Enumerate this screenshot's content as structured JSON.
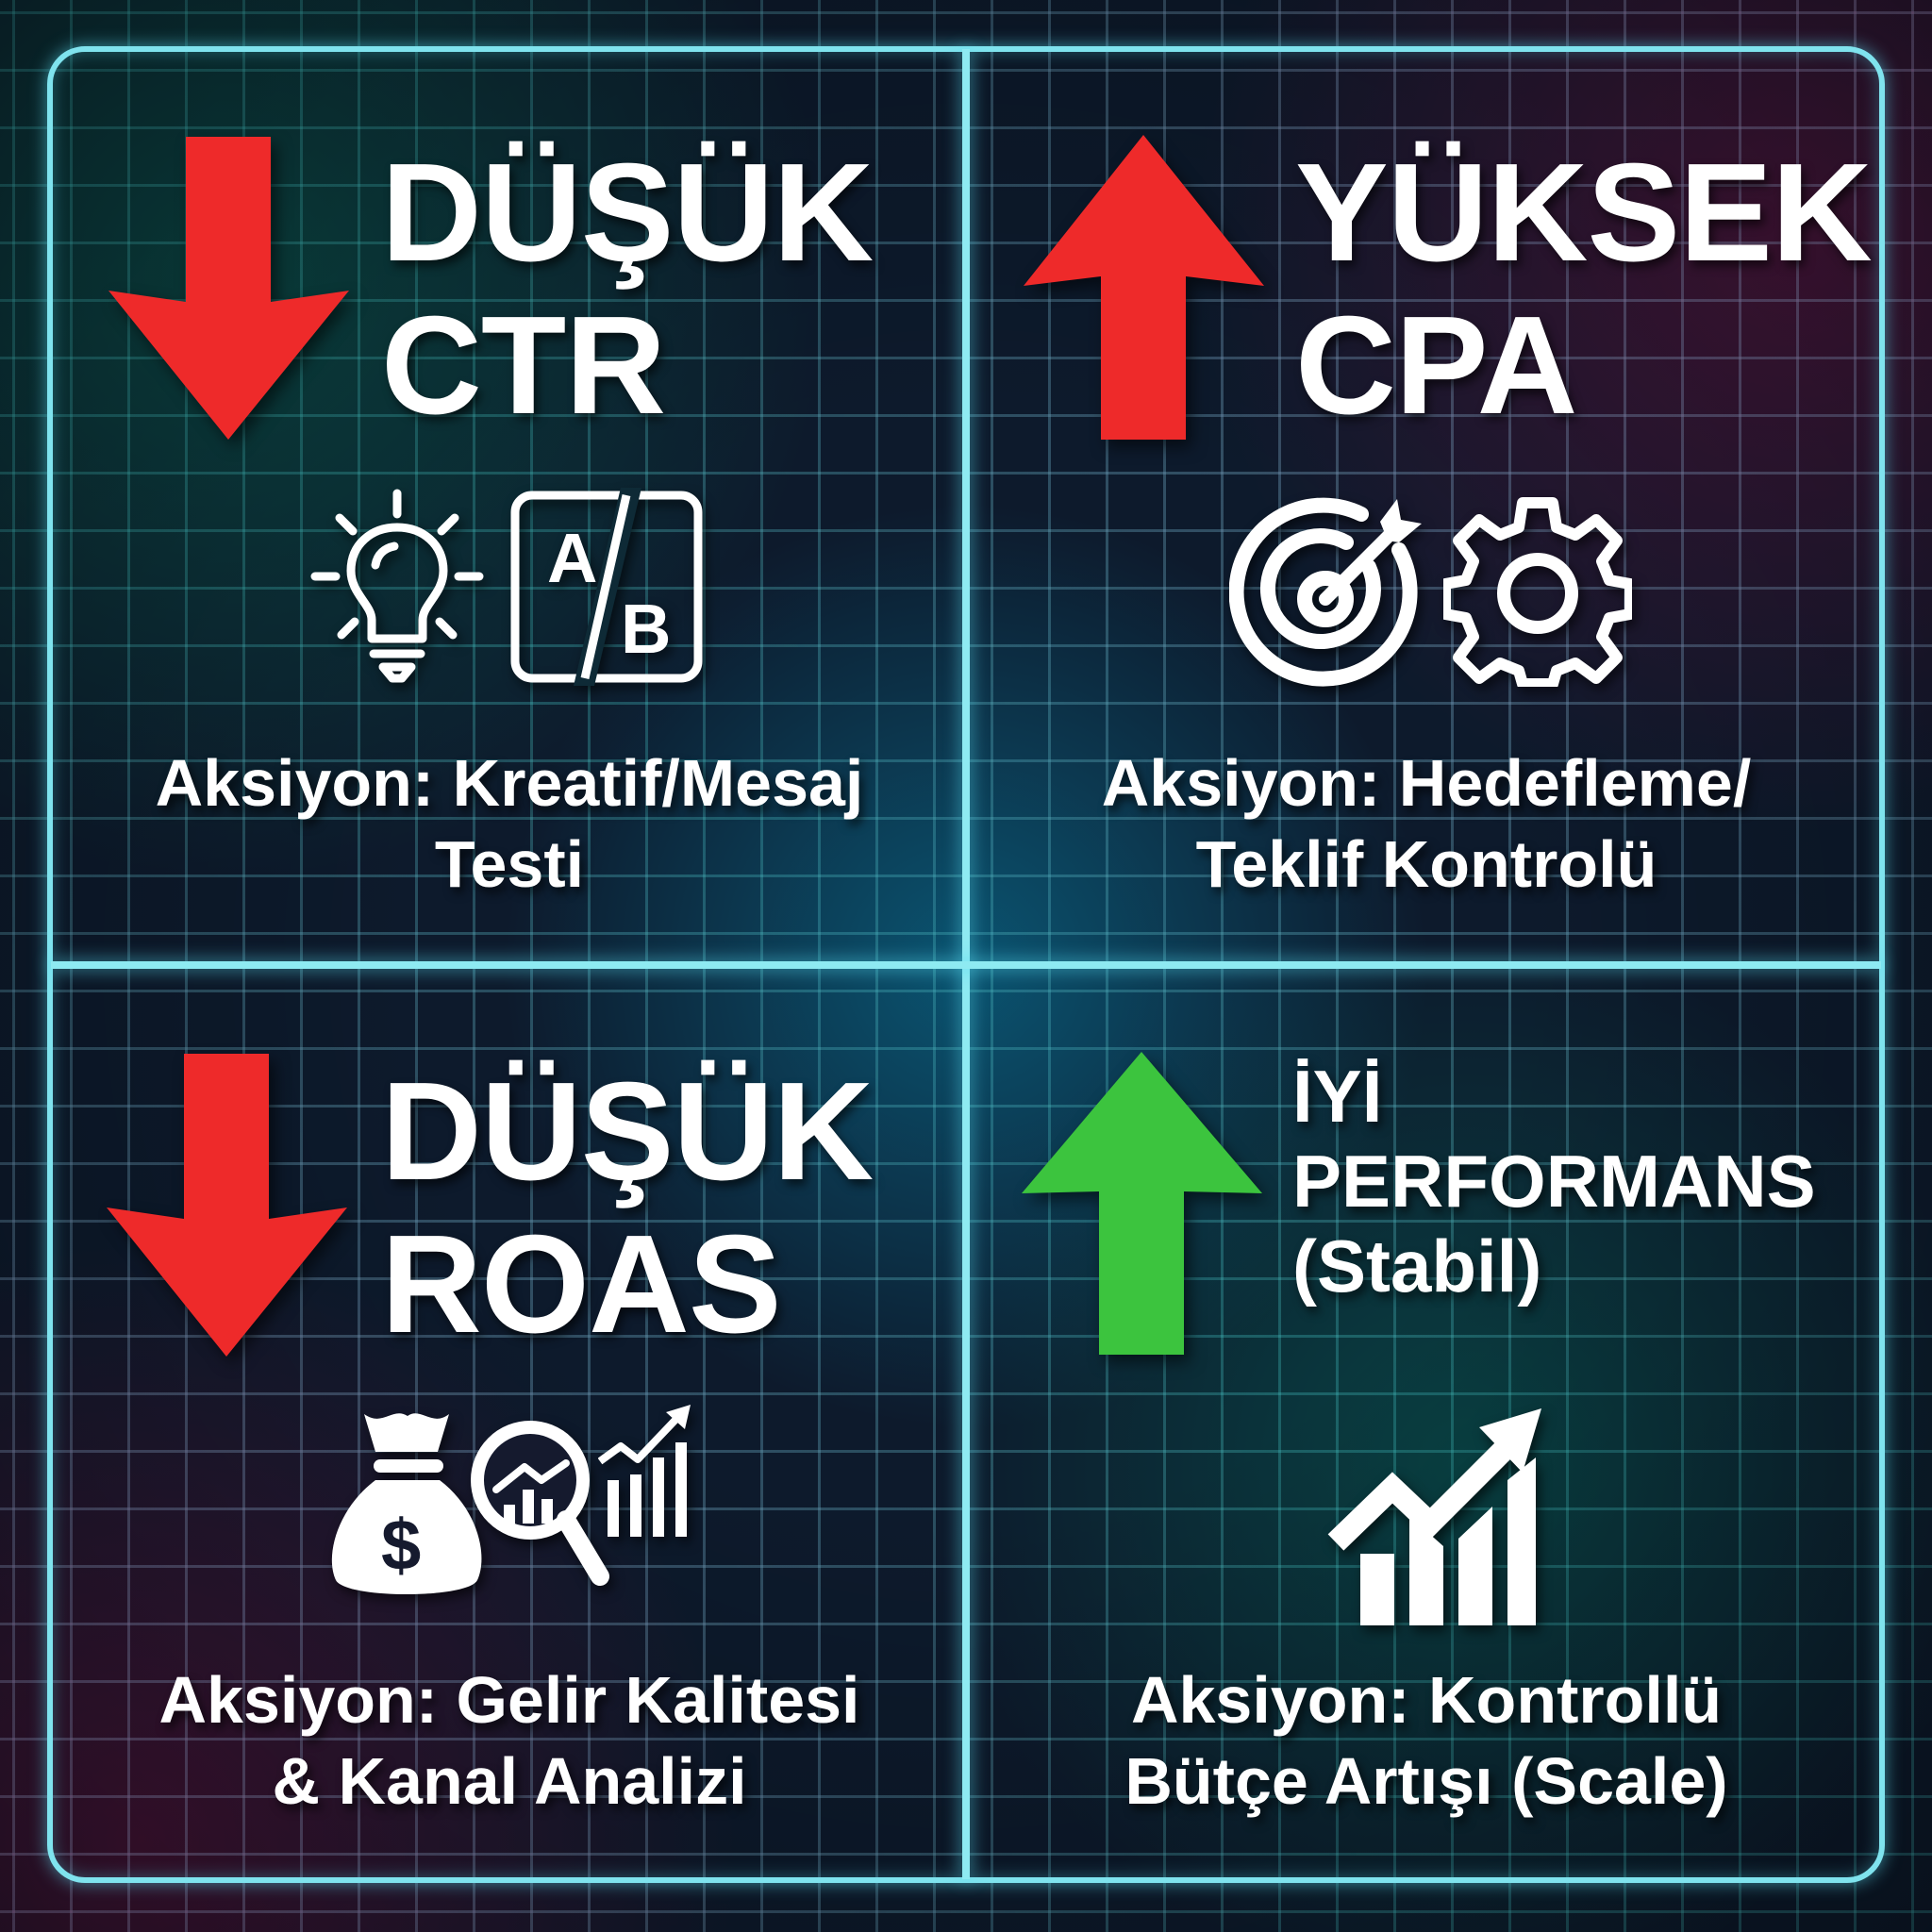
{
  "colors": {
    "frame": "#7fe3ee",
    "arrow_red": "#ee2a2a",
    "arrow_green": "#3cc43e",
    "text": "#ffffff",
    "background": "#0d1a2c"
  },
  "quadrants": [
    {
      "position": "top-left",
      "arrow": {
        "direction": "down",
        "color": "red",
        "icon": "arrow-down-icon"
      },
      "heading": [
        "DÜŞÜK",
        "CTR"
      ],
      "icons": [
        "lightbulb-icon",
        "ab-test-icon"
      ],
      "ab_labels": [
        "A",
        "B"
      ],
      "action": [
        "Aksiyon: Kreatif/Mesaj",
        "Testi"
      ]
    },
    {
      "position": "top-right",
      "arrow": {
        "direction": "up",
        "color": "red",
        "icon": "arrow-up-icon"
      },
      "heading": [
        "YÜKSEK",
        "CPA"
      ],
      "icons": [
        "target-icon",
        "gear-icon"
      ],
      "action": [
        "Aksiyon: Hedefleme/",
        "Teklif Kontrolü"
      ]
    },
    {
      "position": "bottom-left",
      "arrow": {
        "direction": "down",
        "color": "red",
        "icon": "arrow-down-icon"
      },
      "heading": [
        "DÜŞÜK",
        "ROAS"
      ],
      "icons": [
        "money-bag-icon",
        "magnifier-chart-icon",
        "growth-chart-icon"
      ],
      "money_symbol": "$",
      "action": [
        "Aksiyon: Gelir Kalitesi",
        "& Kanal Analizi"
      ]
    },
    {
      "position": "bottom-right",
      "arrow": {
        "direction": "up",
        "color": "green",
        "icon": "arrow-up-icon"
      },
      "heading": [
        "İYİ",
        "PERFORMANS",
        "(Stabil)"
      ],
      "icons": [
        "growth-chart-icon"
      ],
      "action": [
        "Aksiyon: Kontrollü",
        "Bütçe Artışı (Scale)"
      ]
    }
  ]
}
